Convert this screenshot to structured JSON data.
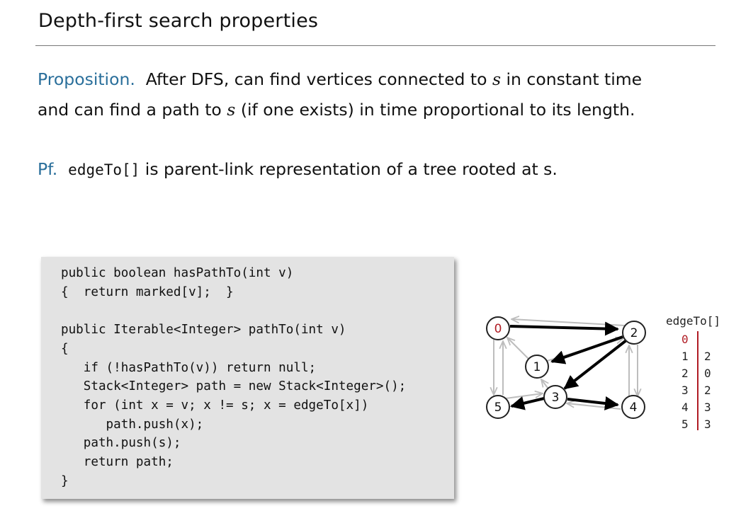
{
  "title": "Depth-first search properties",
  "proposition": {
    "label": "Proposition.",
    "line1_a": "After DFS, can find vertices connected to ",
    "line1_s": "s",
    "line1_b": " in constant time",
    "line2_a": "and can find a path to ",
    "line2_s": "s",
    "line2_b": " (if one exists) in time proportional to its length."
  },
  "proof": {
    "label": "Pf.",
    "code": "edgeTo[]",
    "text": " is parent-link representation of a tree rooted at s."
  },
  "code_lines": [
    "public boolean hasPathTo(int v)",
    "{  return marked[v];  }",
    "",
    "public Iterable<Integer> pathTo(int v)",
    "{",
    "   if (!hasPathTo(v)) return null;",
    "   Stack<Integer> path = new Stack<Integer>();",
    "   for (int x = v; x != s; x = edgeTo[x])",
    "      path.push(x);",
    "   path.push(s);",
    "   return path;",
    "}"
  ],
  "graph": {
    "nodes": [
      "0",
      "1",
      "2",
      "3",
      "4",
      "5"
    ],
    "source_node": "0",
    "tree_edges": [
      [
        "0",
        "2"
      ],
      [
        "2",
        "1"
      ],
      [
        "2",
        "3"
      ],
      [
        "3",
        "5"
      ],
      [
        "3",
        "4"
      ]
    ],
    "colors": {
      "source": "#b01c24",
      "tree_edge": "#000000",
      "other_edge": "#bdbdbd"
    }
  },
  "edgeTo": {
    "header": "edgeTo[]",
    "rows": [
      {
        "index": "0",
        "value": ""
      },
      {
        "index": "1",
        "value": "2"
      },
      {
        "index": "2",
        "value": "0"
      },
      {
        "index": "3",
        "value": "2"
      },
      {
        "index": "4",
        "value": "3"
      },
      {
        "index": "5",
        "value": "3"
      }
    ]
  }
}
